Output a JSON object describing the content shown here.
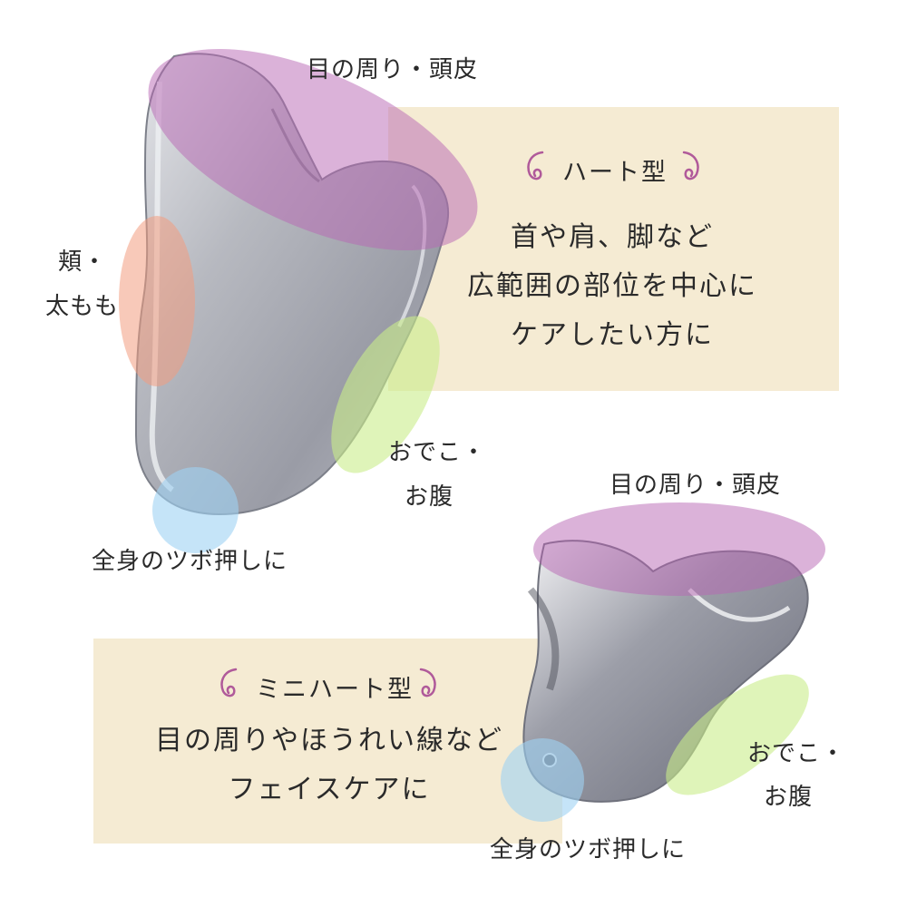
{
  "large_card": {
    "title": "ハート型",
    "description_lines": [
      "首や肩、脚など",
      "広範囲の部位を中心に",
      "ケアしたい方に"
    ]
  },
  "small_card": {
    "title": "ミニハート型",
    "description_lines": [
      "目の周りやほうれい線など",
      "フェイスケアに"
    ]
  },
  "large_tool_labels": {
    "top": "目の周り・頭皮",
    "left_line1": "頬・",
    "left_line2": "太もも",
    "right_line1": "おでこ・",
    "right_line2": "お腹",
    "bottom": "全身のツボ押しに"
  },
  "small_tool_labels": {
    "top": "目の周り・頭皮",
    "right_line1": "おでこ・",
    "right_line2": "お腹",
    "bottom": "全身のツボ押しに"
  },
  "colors": {
    "card_background": "#f5ebd3",
    "purple_zone": "#b765b3",
    "salmon_zone": "#f29c80",
    "green_zone": "#c9ec8a",
    "blue_zone": "#9fd2f3",
    "swirl": "#b05a9a"
  }
}
